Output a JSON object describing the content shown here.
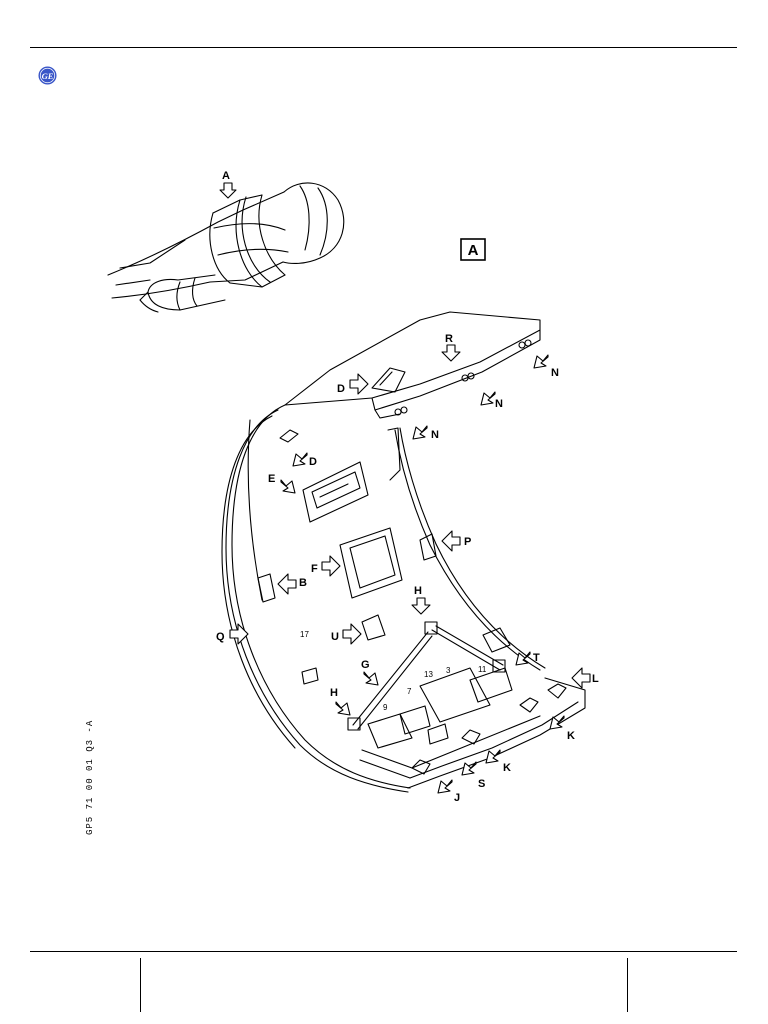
{
  "header": {
    "logo": "ge-logo-icon",
    "logo_color": "#3a56c8"
  },
  "figure": {
    "view_ref": "A",
    "figure_ref": "GP5 71 00 01 Q3 -A",
    "callouts": {
      "A": "A",
      "B": "B",
      "D1": "D",
      "D2": "D",
      "E": "E",
      "F": "F",
      "G": "G",
      "H1": "H",
      "H2": "H",
      "J": "J",
      "K1": "K",
      "K2": "K",
      "L": "L",
      "N1": "N",
      "N2": "N",
      "N3": "N",
      "P": "P",
      "Q": "Q",
      "R": "R",
      "S": "S",
      "T": "T",
      "U": "U"
    },
    "item_numbers": {
      "n17": "17",
      "n9": "9",
      "n7": "7",
      "n13": "13",
      "n3": "3",
      "n11": "11"
    }
  },
  "footer": {}
}
